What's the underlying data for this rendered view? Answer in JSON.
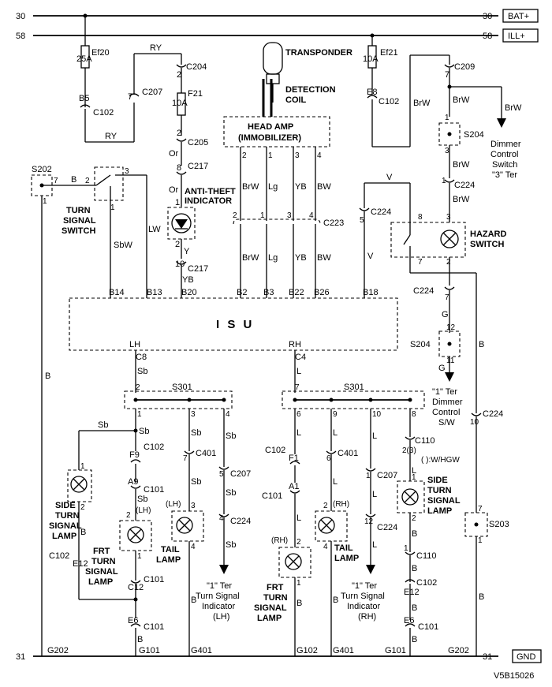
{
  "rails": {
    "bat_num": "30",
    "bat_label": "BAT+",
    "ill_num": "58",
    "ill_label": "ILL+",
    "gnd_num": "31",
    "gnd_label": "GND"
  },
  "fuses": {
    "ef20": "Ef20",
    "ef20_amp": "25A",
    "ef21": "Ef21",
    "ef21_amp": "10A",
    "f21": "F21",
    "f21_amp": "10A"
  },
  "modules": {
    "transponder": "TRANSPONDER",
    "detection_coil_1": "DETECTION",
    "detection_coil_2": "COIL",
    "head_amp_1": "HEAD AMP",
    "head_amp_2": "(IMMOBILIZER)",
    "isu": "I S U",
    "anti_theft_1": "ANTI-THEFT",
    "anti_theft_2": "INDICATOR",
    "turn_switch_1": "TURN",
    "turn_switch_2": "SIGNAL",
    "turn_switch_3": "SWITCH",
    "hazard_1": "HAZARD",
    "hazard_2": "SWITCH",
    "dimmer_1": "Dimmer",
    "dimmer_2": "Control",
    "dimmer_3": "Switch",
    "dimmer_4": "\"3\" Ter",
    "dimmer1_1": "\"1\" Ter",
    "dimmer1_2": "Dimmer",
    "dimmer1_3": "Control",
    "dimmer1_4": "S/W",
    "ind_lh_1": "\"1\" Ter",
    "ind_lh_2": "Turn Signal",
    "ind_lh_3": "Indicator",
    "ind_lh_4": "(LH)",
    "ind_rh_1": "\"1\" Ter",
    "ind_rh_2": "Turn Signal",
    "ind_rh_3": "Indicator",
    "ind_rh_4": "(RH)",
    "side_l_1": "SIDE",
    "side_l_2": "TURN",
    "side_l_3": "SIGNAL",
    "side_l_4": "LAMP",
    "frt_l_1": "FRT",
    "frt_l_2": "TURN",
    "frt_l_3": "SIGNAL",
    "frt_l_4": "LAMP",
    "tail_l_1": "TAIL",
    "tail_l_2": "LAMP",
    "frt_r_1": "FRT",
    "frt_r_2": "TURN",
    "frt_r_3": "SIGNAL",
    "frt_r_4": "LAMP",
    "tail_r_1": "TAIL",
    "tail_r_2": "LAMP",
    "side_r_1": "SIDE",
    "side_r_2": "TURN",
    "side_r_3": "SIGNAL",
    "side_r_4": "LAMP",
    "lh_tag": "(LH)",
    "rh_tag": "(RH)",
    "w_hgw": "(  ):W/HGW"
  },
  "connectors": {
    "c102": "C102",
    "c204": "C204",
    "c207": "C207",
    "c205": "C205",
    "c217": "C217",
    "c223": "C223",
    "c209": "C209",
    "c224": "C224",
    "c401": "C401",
    "c101": "C101",
    "c110": "C110",
    "s202": "S202",
    "s204": "S204",
    "s301": "S301",
    "s203": "S203",
    "b5": "B5",
    "e8": "E8",
    "f9": "F9",
    "a9": "A9",
    "f1": "F1",
    "a1": "A1",
    "e12": "E12",
    "c12": "C12",
    "e6": "E6",
    "c8": "C8",
    "c4": "C4",
    "g202": "G202",
    "g101": "G101",
    "g401": "G401",
    "g102": "G102"
  },
  "isu_pins": {
    "b14": "B14",
    "b13": "B13",
    "b20": "B20",
    "b2": "B2",
    "b3": "B3",
    "b22": "B22",
    "b26": "B26",
    "b18": "B18",
    "lh": "LH",
    "rh": "RH"
  },
  "wires": {
    "ry": "RY",
    "or": "Or",
    "b": "B",
    "lw": "LW",
    "y": "Y",
    "yb": "YB",
    "sbw": "SbW",
    "brw": "BrW",
    "lg": "Lg",
    "bw": "BW",
    "v": "V",
    "g": "G",
    "sb": "Sb",
    "l": "L"
  },
  "pins": {
    "p1": "1",
    "p2": "2",
    "p3": "3",
    "p4": "4",
    "p5": "5",
    "p6": "6",
    "p7": "7",
    "p8": "8",
    "p9": "9",
    "p10": "10",
    "p11": "11",
    "p12": "12",
    "p2p3": "2(3)"
  },
  "figure_id": "V5B15026"
}
